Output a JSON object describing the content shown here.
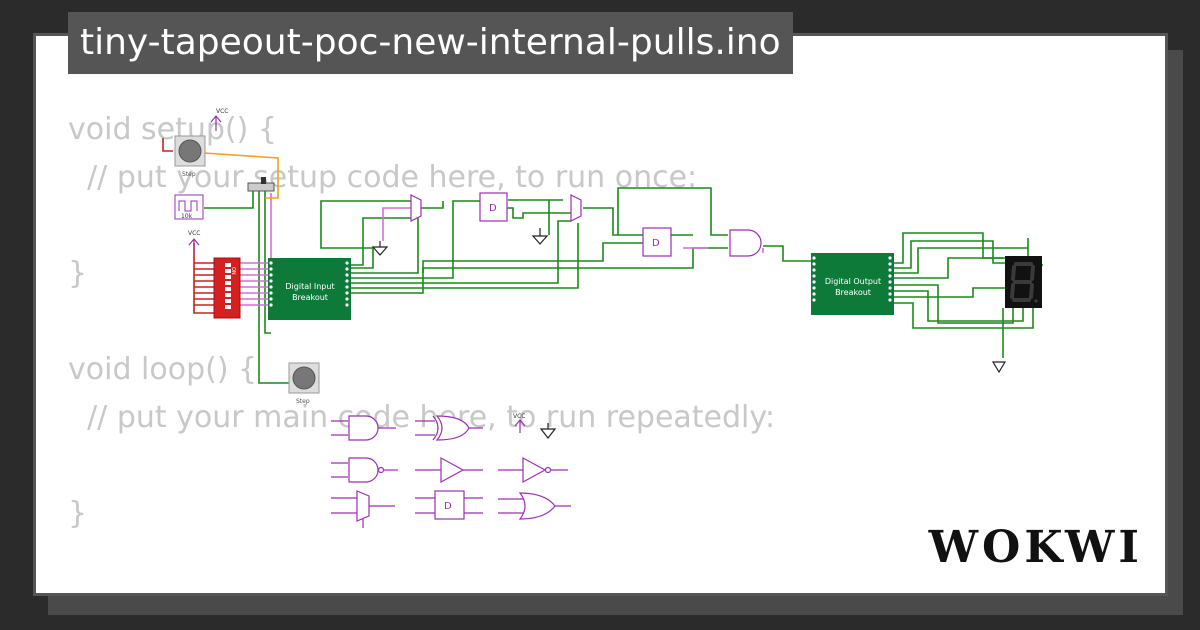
{
  "title": "tiny-tapeout-poc-new-internal-pulls.ino",
  "code_lines": [
    "void setup() {",
    "  // put your setup code here, to run once:",
    "",
    "}",
    "",
    "void loop() {",
    "  // put your main code here, to run repeatedly:",
    "",
    "}"
  ],
  "circuit": {
    "vcc_label": "VCC",
    "step_label": "Step",
    "clock_label": "10k",
    "dip_on_label": "ON",
    "input_breakout_label": [
      "Digital Input",
      "Breakout"
    ],
    "output_breakout_label": [
      "Digital Output",
      "Breakout"
    ],
    "flipflop_label": "D"
  },
  "logo": "WOKWI",
  "colors": {
    "wire_green": "#1a8a1a",
    "wire_pink": "#d46fd4",
    "wire_orange": "#f0a020",
    "wire_red": "#cc2020",
    "gate_purple": "#9b30b0",
    "breakout_green": "#0e7a3a",
    "dip_red": "#d42020",
    "segment_off": "#2a2a2a"
  }
}
